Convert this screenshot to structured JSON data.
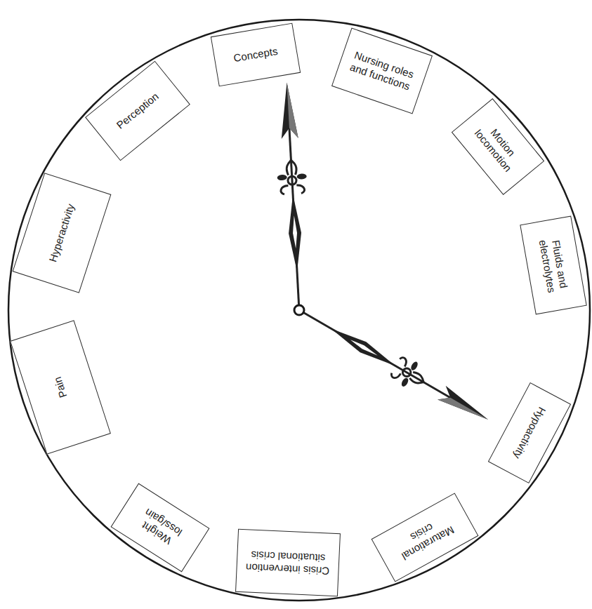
{
  "diagram": {
    "nodes": [
      {
        "text": [
          "Concepts"
        ]
      },
      {
        "text": [
          "Nursing roles and functions"
        ]
      },
      {
        "text": [
          "Motion locomotion"
        ]
      },
      {
        "text": [
          "Fluids and electrolytes"
        ]
      },
      {
        "text": [
          "Hypoactivity"
        ]
      },
      {
        "text": [
          "Maturational crisis"
        ]
      },
      {
        "text": [
          "Crisis intervention situational crisis"
        ]
      },
      {
        "text": [
          "Weight loss/gain"
        ]
      },
      {
        "text": [
          "Pain"
        ]
      },
      {
        "text": [
          "Hyperactivity"
        ]
      },
      {
        "text": [
          "Perception"
        ]
      }
    ]
  }
}
